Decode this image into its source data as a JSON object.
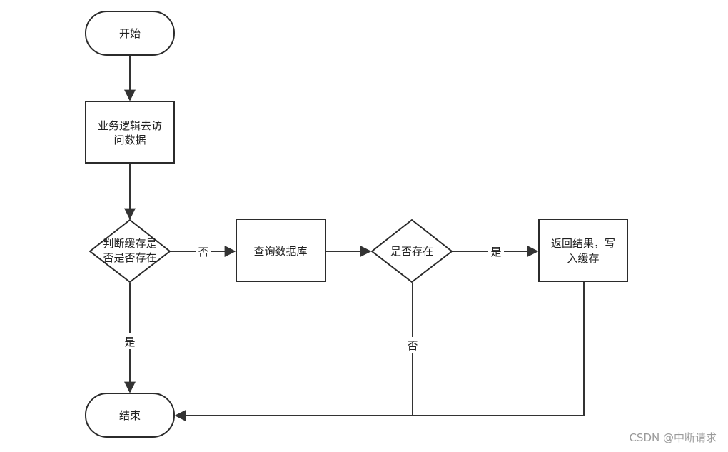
{
  "nodes": {
    "start": {
      "label": "开始"
    },
    "access": {
      "line1": "业务逻辑去访",
      "line2": "问数据"
    },
    "check_cache": {
      "line1": "判断缓存是",
      "line2": "否是否存在"
    },
    "query_db": {
      "label": "查询数据库"
    },
    "exists": {
      "label": "是否存在"
    },
    "return_write": {
      "line1": "返回结果，写",
      "line2": "入缓存"
    },
    "end": {
      "label": "结束"
    }
  },
  "edges": {
    "cache_no": "否",
    "cache_yes": "是",
    "exists_yes": "是",
    "exists_no": "否"
  },
  "watermark": "CSDN @中断请求"
}
